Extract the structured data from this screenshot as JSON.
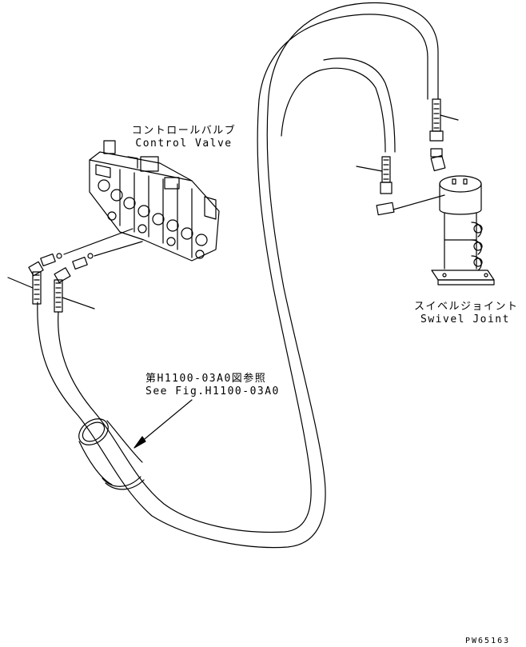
{
  "labels": {
    "control_valve_jp": "コントロールバルブ",
    "control_valve_en": "Control Valve",
    "swivel_joint_jp": "スイベルジョイント",
    "swivel_joint_en": "Swivel Joint",
    "reference_jp": "第H1100-03A0図参照",
    "reference_en": "See Fig.H1100-03A0",
    "drawing_id": "PW65163"
  },
  "colors": {
    "line": "#000000",
    "background": "#ffffff"
  }
}
